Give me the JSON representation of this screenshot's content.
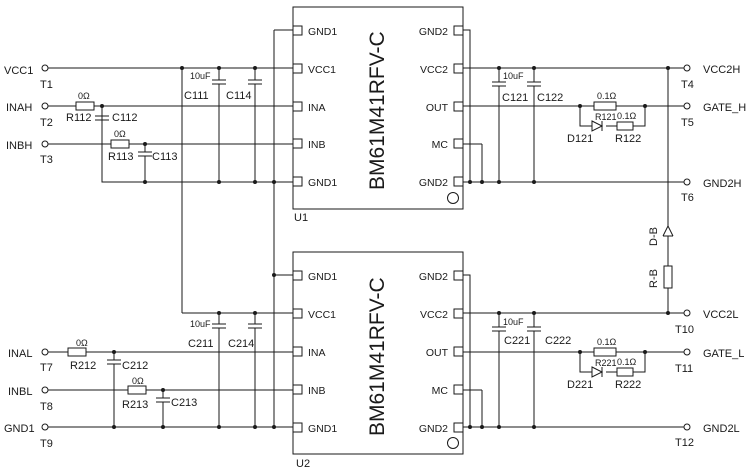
{
  "chips": {
    "u1": {
      "part": "BM61M41RFV-C",
      "ref": "U1",
      "left_pins": [
        "GND1",
        "VCC1",
        "INA",
        "INB",
        "GND1"
      ],
      "right_pins": [
        "GND2",
        "VCC2",
        "OUT",
        "MC",
        "GND2"
      ]
    },
    "u2": {
      "part": "BM61M41RFV-C",
      "ref": "U2",
      "left_pins": [
        "GND1",
        "VCC1",
        "INA",
        "INB",
        "GND1"
      ],
      "right_pins": [
        "GND2",
        "VCC2",
        "OUT",
        "MC",
        "GND2"
      ]
    }
  },
  "nets": {
    "vcc1": "VCC1",
    "inah": "INAH",
    "inbh": "INBH",
    "inal": "INAL",
    "inbl": "INBL",
    "gnd1": "GND1",
    "vcc2h": "VCC2H",
    "gate_h": "GATE_H",
    "gnd2h": "GND2H",
    "vcc2l": "VCC2L",
    "gate_l": "GATE_L",
    "gnd2l": "GND2L"
  },
  "terminals": {
    "t1": "T1",
    "t2": "T2",
    "t3": "T3",
    "t4": "T4",
    "t5": "T5",
    "t6": "T6",
    "t7": "T7",
    "t8": "T8",
    "t9": "T9",
    "t10": "T10",
    "t11": "T11",
    "t12": "T12"
  },
  "components": {
    "r112": "R112",
    "r113": "R113",
    "r212": "R212",
    "r213": "R213",
    "c111": "C111",
    "c112": "C112",
    "c113": "C113",
    "c114": "C114",
    "c121": "C121",
    "c122": "C122",
    "c211": "C211",
    "c212": "C212",
    "c213": "C213",
    "c214": "C214",
    "c221": "C221",
    "c222": "C222",
    "r121": "R121",
    "r122": "R122",
    "d121": "D121",
    "r221": "R221",
    "r222": "R222",
    "d221": "D221",
    "d_b": "D-B",
    "r_b": "R-B"
  },
  "values": {
    "zero_ohm": "0Ω",
    "cap_10uf": "10uF",
    "res_01": "0.1Ω"
  }
}
